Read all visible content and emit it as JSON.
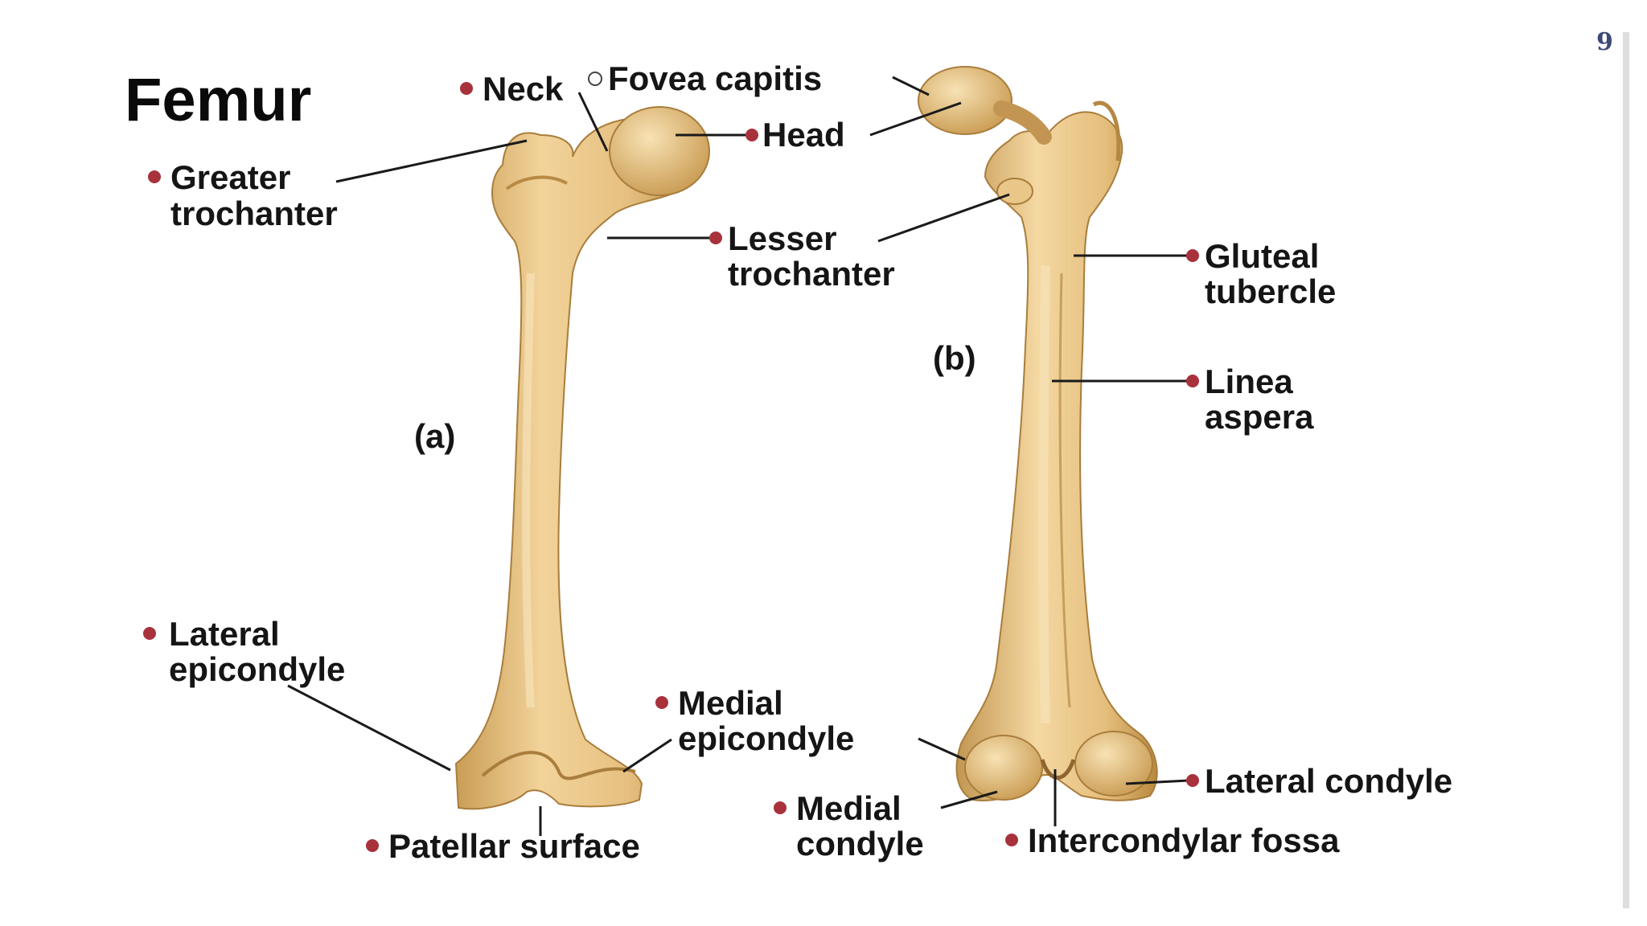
{
  "slide": {
    "page_number": "9",
    "title": "Femur",
    "colors": {
      "bone": "#e8c68a",
      "bone_shadow": "#c9a05a",
      "bullet": "#a8323c",
      "border": "#d8d8d8",
      "page_number": "#3c4a78"
    }
  },
  "views": {
    "anterior": "(a)",
    "posterior": "(b)"
  },
  "labels": {
    "neck": "Neck",
    "fovea_capitis": "Fovea capitis",
    "head": "Head",
    "greater_trochanter": [
      "Greater",
      "trochanter"
    ],
    "lesser_trochanter": [
      "Lesser",
      "trochanter"
    ],
    "gluteal_tubercle": [
      "Gluteal",
      "tubercle"
    ],
    "linea_aspera": [
      "Linea",
      "aspera"
    ],
    "lateral_epicondyle": [
      "Lateral",
      "epicondyle"
    ],
    "medial_epicondyle": [
      "Medial",
      "epicondyle"
    ],
    "patellar_surface": "Patellar surface",
    "medial_condyle": [
      "Medial",
      "condyle"
    ],
    "intercondylar_fossa": "Intercondylar fossa",
    "lateral_condyle": "Lateral condyle"
  }
}
